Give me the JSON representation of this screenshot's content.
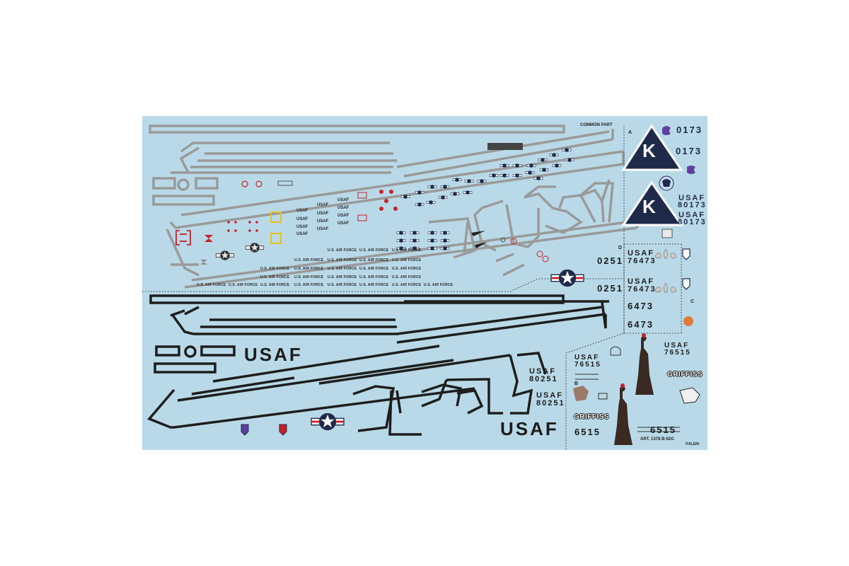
{
  "sheet": {
    "header": "COMMON PART",
    "section_letters": [
      "A",
      "B",
      "C",
      "D"
    ],
    "usaf_word": "USAF",
    "us_air_force": "U.S. AIR FORCE",
    "set_a": {
      "tail_letter": "K",
      "serial_1": "0173",
      "serial_2": "0173",
      "usaf_1": "USAF",
      "full_1": "80173",
      "usaf_2": "USAF",
      "full_2": "80173"
    },
    "set_c": {
      "usaf_1": "USAF",
      "full_1": "76473",
      "usaf_2": "USAF",
      "full_2": "76473",
      "short_1": "6473",
      "short_2": "6473"
    },
    "set_d": {
      "serial_1": "0251",
      "serial_2": "0251"
    },
    "left_block": {
      "usaf_1": "USAF",
      "full_1": "80251",
      "usaf_2": "USAF",
      "full_2": "80251"
    },
    "set_b": {
      "usaf_1": "USAF",
      "full_1": "76515",
      "usaf_2": "USAF",
      "full_2": "76515",
      "griffiss_1": "GRIFFISS",
      "griffiss_2": "GRIFFISS",
      "short_1": "6515",
      "short_2": "6515"
    },
    "article": "ART. 1378 B-52G",
    "brand": "ITALERI",
    "colors": {
      "background": "#b9d9e8",
      "walkway_grey": "#9a9a9a",
      "walkway_black": "#1e1e1e",
      "navy": "#1f2a4a",
      "insignia_red": "#c8202a"
    }
  }
}
